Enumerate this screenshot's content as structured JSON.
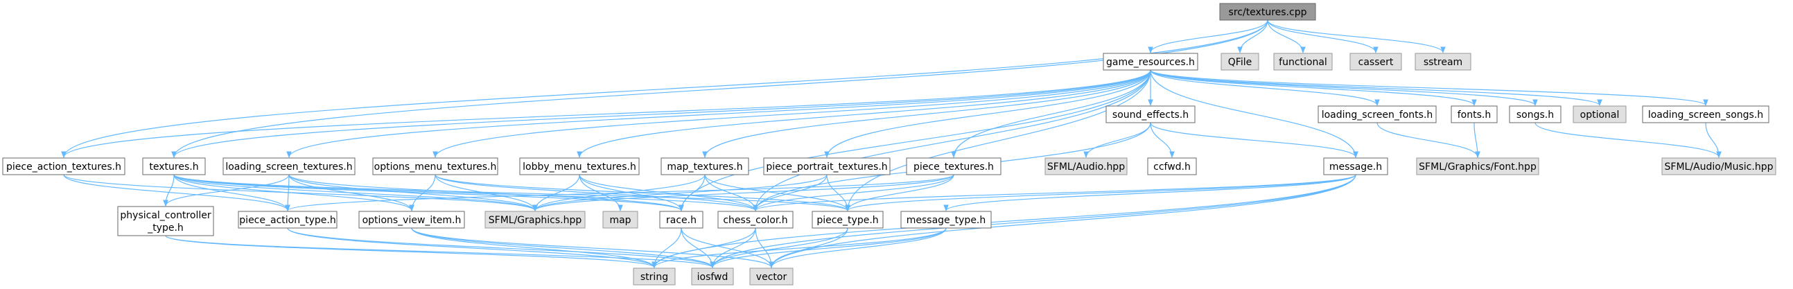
{
  "colors": {
    "edge": "#63b8ff",
    "own_fill": "#ffffff",
    "system_fill": "#e0e0e0",
    "root_fill": "#999999"
  },
  "nodes": {
    "root": "src/textures.cpp",
    "game_resources": "game_resources.h",
    "qfile": "QFile",
    "functional": "functional",
    "cassert": "cassert",
    "sstream": "sstream",
    "sound_effects": "sound_effects.h",
    "loading_screen_fonts": "loading_screen_fonts.h",
    "fonts": "fonts.h",
    "songs": "songs.h",
    "optional": "optional",
    "loading_screen_songs": "loading_screen_songs.h",
    "piece_action_textures": "piece_action_textures.h",
    "textures": "textures.h",
    "loading_screen_textures": "loading_screen_textures.h",
    "options_menu_textures": "options_menu_textures.h",
    "lobby_menu_textures": "lobby_menu_textures.h",
    "map_textures": "map_textures.h",
    "piece_portrait_textures": "piece_portrait_textures.h",
    "piece_textures": "piece_textures.h",
    "message": "message.h",
    "sfml_audio": "SFML/Audio.hpp",
    "ccfwd": "ccfwd.h",
    "sfml_font": "SFML/Graphics/Font.hpp",
    "sfml_music": "SFML/Audio/Music.hpp",
    "physical_controller_line1": "physical_controller",
    "physical_controller_line2": "_type.h",
    "piece_action_type": "piece_action_type.h",
    "options_view_item": "options_view_item.h",
    "sfml_graphics": "SFML/Graphics.hpp",
    "map": "map",
    "race": "race.h",
    "chess_color": "chess_color.h",
    "piece_type": "piece_type.h",
    "message_type": "message_type.h",
    "string": "string",
    "iosfwd": "iosfwd",
    "vector": "vector"
  }
}
